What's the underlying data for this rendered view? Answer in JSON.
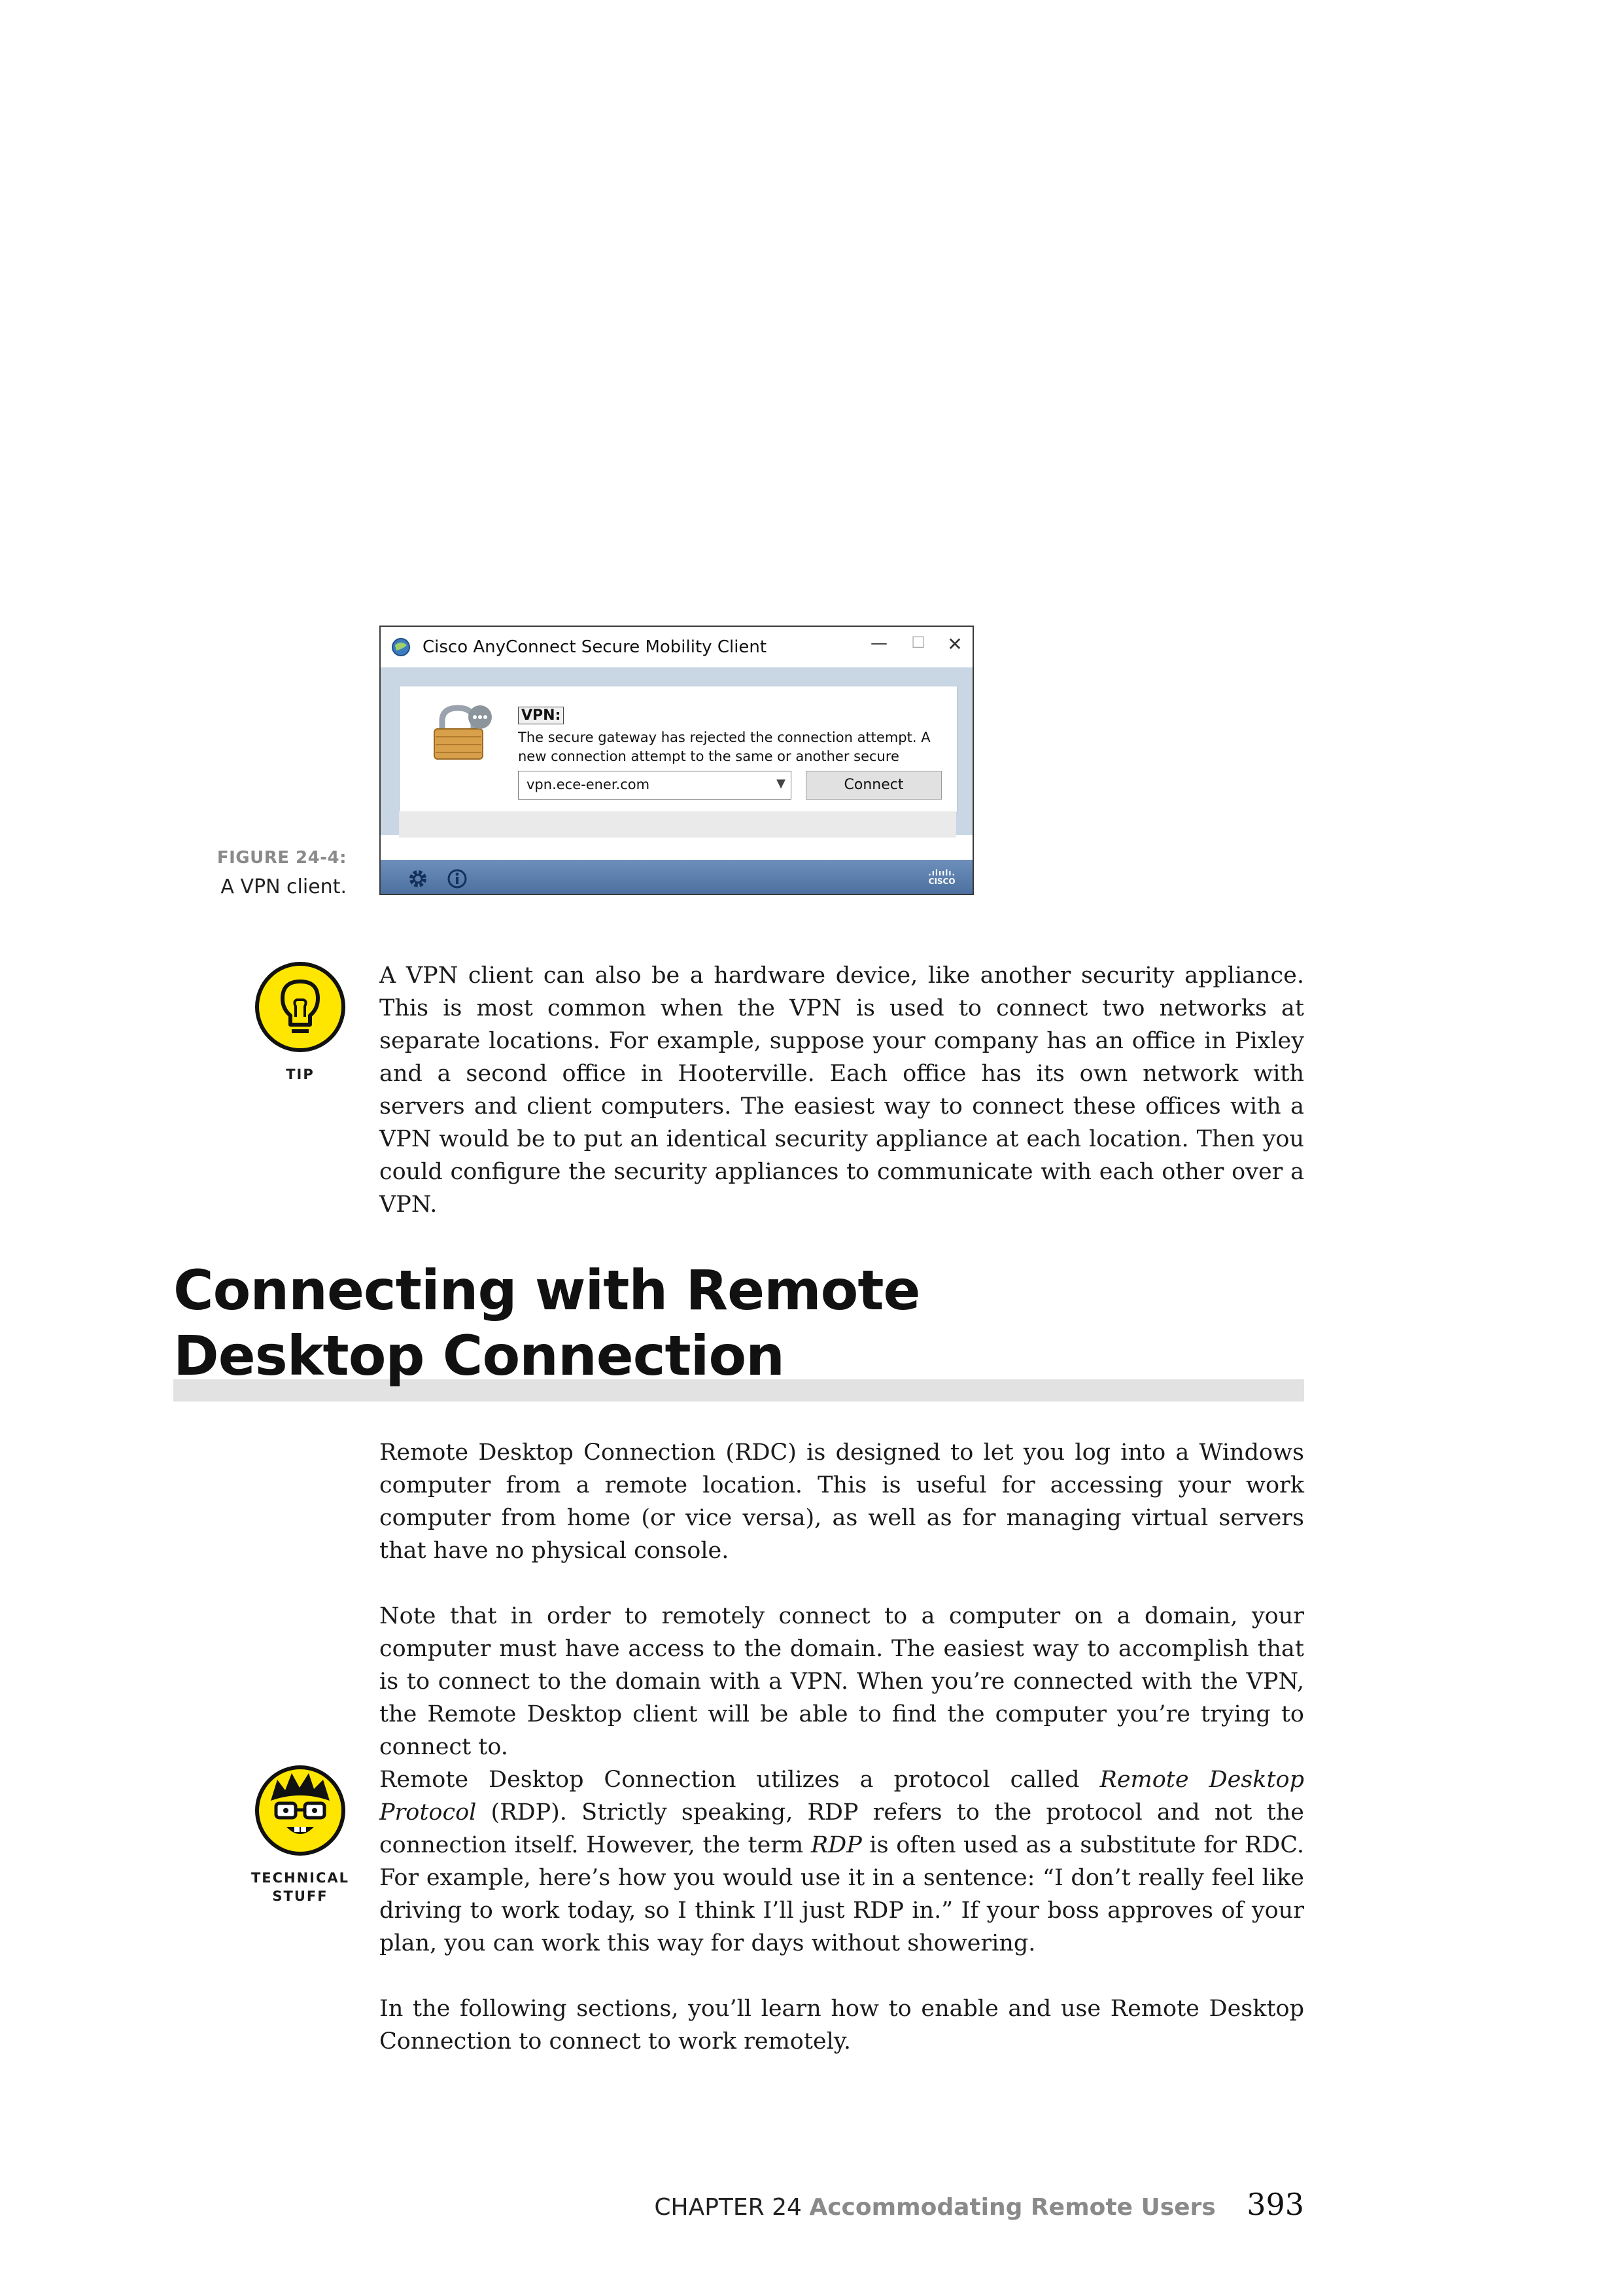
{
  "figure": {
    "label": "FIGURE 24-4:",
    "caption": "A VPN client."
  },
  "vpn_window": {
    "title": "Cisco AnyConnect Secure Mobility Client",
    "minimize_glyph": "—",
    "maximize_glyph": "☐",
    "close_glyph": "✕",
    "section_label": "VPN:",
    "message_line1": "The secure gateway has rejected the connection attempt.  A",
    "message_line2": "new connection attempt to the same or another secure",
    "server_value": "vpn.ece-ener.com",
    "connect_label": "Connect",
    "cisco_logo_text": "CISCO"
  },
  "tip": {
    "icon_label": "TIP",
    "text": "A VPN client can also be a hardware device, like another security appliance. This is most common when the VPN is used to connect two networks at separate locations. For example, suppose your company has an office in Pixley and a second office in Hooterville. Each office has its own network with servers and client computers. The easiest way to connect these offices with a VPN would be to put an identical security appliance at each location. Then you could configure the security appliances to communicate with each other over a VPN."
  },
  "section": {
    "heading_line1": "Connecting with Remote",
    "heading_line2": "Desktop Connection"
  },
  "paragraphs": {
    "p1": "Remote Desktop Connection (RDC) is designed to let you log into a Windows computer from a remote location. This is useful for accessing your work computer from home (or vice versa), as well as for managing virtual servers that have no physical console.",
    "p2": "Note that in order to remotely connect to a computer on a domain, your computer must have access to the domain. The easiest way to accomplish that is to connect to the domain with a VPN. When you’re connected with the VPN, the Remote Desktop client will be able to find the computer you’re trying to connect to.",
    "p3_before_italic": "Remote Desktop Connection utilizes a protocol called ",
    "p3_italic1": "Remote Desktop Protocol",
    "p3_middle": " (RDP). Strictly speaking, RDP refers to the protocol and not the connection itself. However, the term ",
    "p3_italic2": "RDP",
    "p3_after": " is often used as a substitute for RDC. For example, here’s how you would use it in a sentence: “I don’t really feel like driving to work today, so I think I’ll just RDP in.” If your boss approves of your plan, you can work this way for days without showering.",
    "p4": "In the following sections, you’ll learn how to enable and use Remote Desktop Connection to connect to work remotely."
  },
  "technical_stuff": {
    "label_line1": "TECHNICAL",
    "label_line2": "STUFF"
  },
  "footer": {
    "chapter": "CHAPTER 24",
    "chapter_title": "Accommodating Remote Users",
    "page_number": "393"
  },
  "colors": {
    "icon_yellow": "#ffe600",
    "heading_bar": "#e2e2e2",
    "caption_gray": "#8a8a8a"
  }
}
